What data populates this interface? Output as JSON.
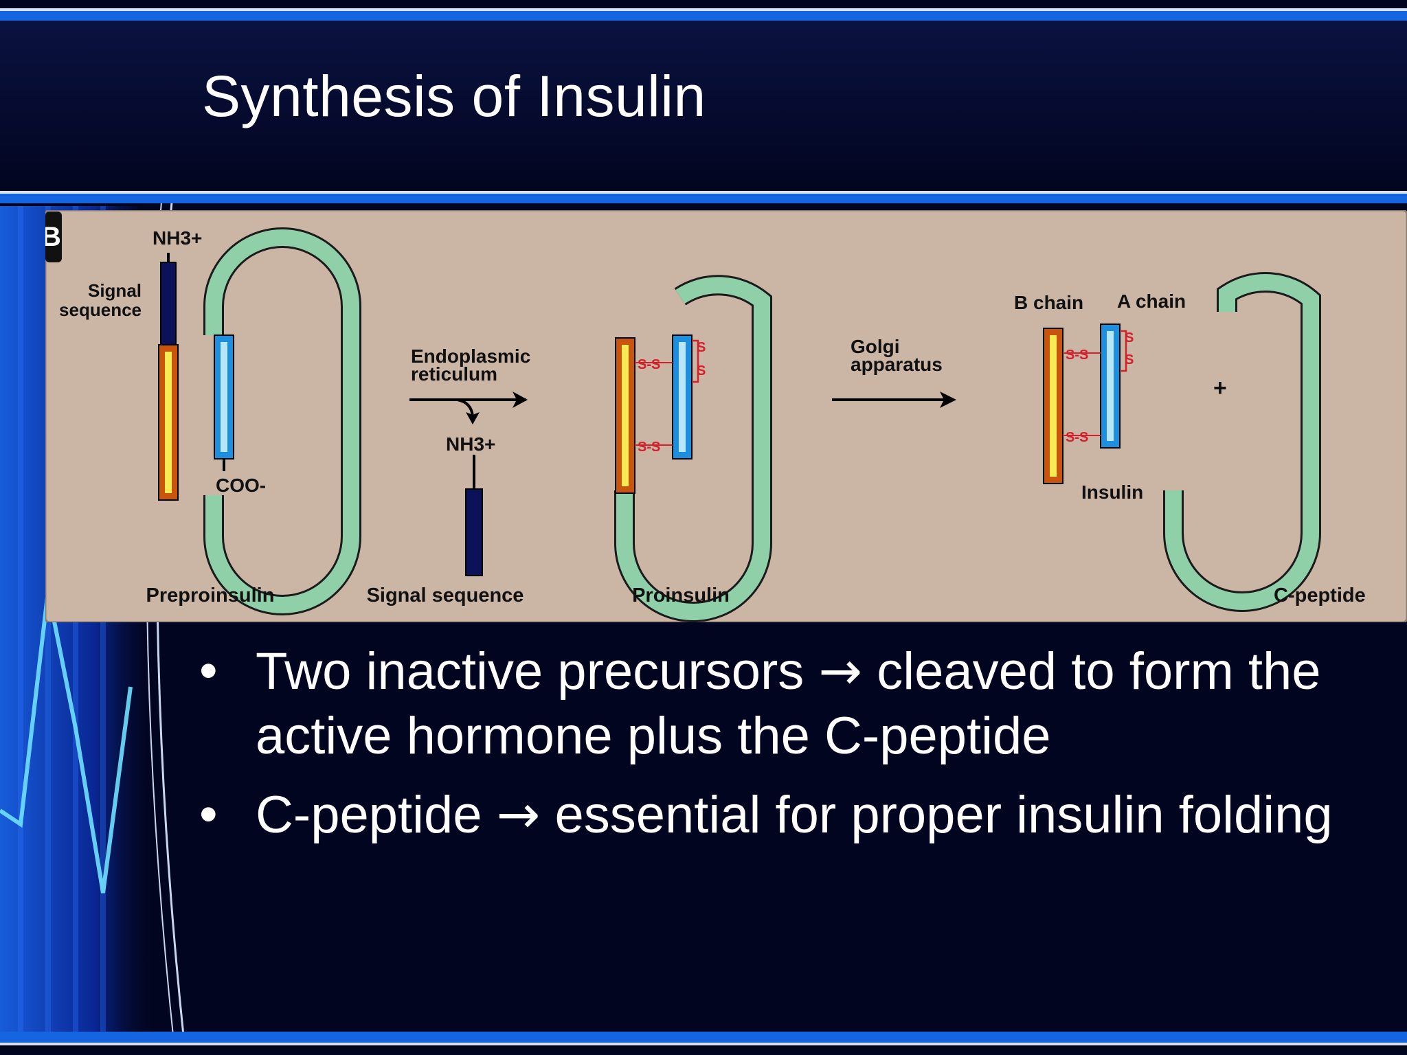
{
  "slide": {
    "title": "Synthesis of Insulin"
  },
  "diagram": {
    "panel_letter": "B",
    "preproinsulin": {
      "nh3_label": "NH3+",
      "signal_label_line1": "Signal",
      "signal_label_line2": "sequence",
      "coo_label": "COO-",
      "caption": "Preproinsulin"
    },
    "er_step": {
      "label_line1": "Endoplasmic",
      "label_line2": "reticulum",
      "nh3_label": "NH3+",
      "caption": "Signal sequence"
    },
    "proinsulin": {
      "ss_label": "S-S",
      "s_label": "S",
      "caption": "Proinsulin"
    },
    "golgi_step": {
      "label_line1": "Golgi",
      "label_line2": "apparatus"
    },
    "insulin": {
      "b_chain_label": "B chain",
      "a_chain_label": "A chain",
      "ss_label": "S-S",
      "s_label": "S",
      "plus": "+",
      "insulin_label": "Insulin",
      "c_peptide_label": "C-peptide"
    },
    "colors": {
      "panel_bg": "#cbb6a6",
      "signal_sequence": "#0c1259",
      "b_chain_outer": "#c8540e",
      "b_chain_inner": "#f8ea52",
      "a_chain_outer": "#1e8fde",
      "a_chain_inner": "#b7e6f8",
      "c_peptide": "#8fd0a8",
      "disulfide": "#d4202a"
    }
  },
  "bullets": [
    {
      "part1": "Two inactive precursors ",
      "arrow": "→",
      "part2": " cleaved to form the active hormone plus the C-peptide"
    },
    {
      "part1": "C-peptide ",
      "arrow": "→",
      "part2": " essential for proper insulin folding"
    }
  ],
  "theme": {
    "background": "#02051f",
    "accent_blue": "#1565e0",
    "text": "#ffffff"
  }
}
